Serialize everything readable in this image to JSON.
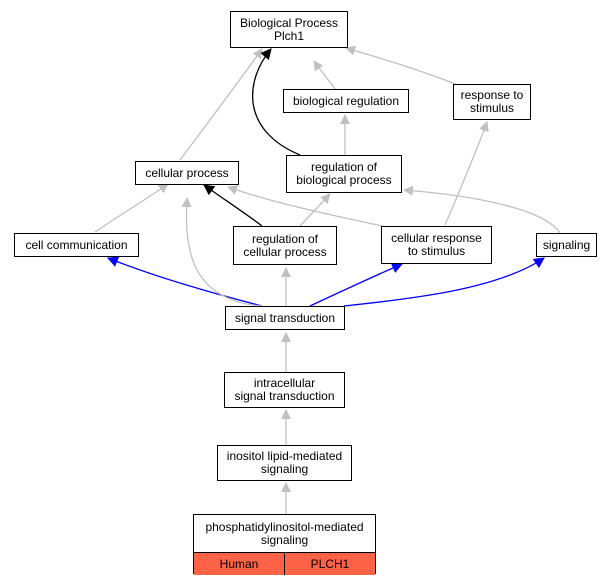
{
  "colors": {
    "is_a_edge": "#c0c0c0",
    "regulates_edge": "#000000",
    "part_edge": "#0000ff",
    "gene_fill": "#ff6347"
  },
  "nodes": {
    "biological_process": [
      "Biological Process",
      "Plch1"
    ],
    "biological_regulation": [
      "biological regulation"
    ],
    "response_to_stimulus": [
      "response to",
      "stimulus"
    ],
    "cellular_process": [
      "cellular process"
    ],
    "regulation_of_biological_process": [
      "regulation of",
      "biological process"
    ],
    "cell_communication": [
      "cell communication"
    ],
    "regulation_of_cellular_process": [
      "regulation of",
      "cellular process"
    ],
    "cellular_response_to_stimulus": [
      "cellular response",
      "to stimulus"
    ],
    "signaling": [
      "signaling"
    ],
    "signal_transduction": [
      "signal transduction"
    ],
    "intracellular_signal_transduction": [
      "intracellular",
      "signal transduction"
    ],
    "inositol_lipid_mediated_signaling": [
      "inositol lipid-mediated",
      "signaling"
    ],
    "phosphatidylinositol_mediated_signaling": [
      "phosphatidylinositol-mediated",
      "signaling"
    ]
  },
  "leaf_annotation": {
    "species": "Human",
    "gene": "PLCH1"
  }
}
